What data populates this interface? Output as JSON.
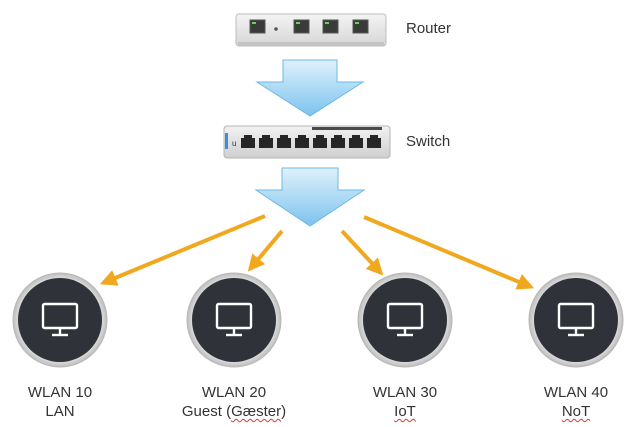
{
  "devices": {
    "router": {
      "label": "Router"
    },
    "switch": {
      "label": "Switch"
    }
  },
  "colors": {
    "flow_arrow": "#8ecdf2",
    "branch_arrow": "#f0a81e",
    "monitor_circle": "#2f3238",
    "monitor_ring": "#c9c9c9",
    "monitor_icon": "#ffffff"
  },
  "networks": [
    {
      "name": "WLAN 10",
      "desc": "LAN",
      "icon": "monitor-icon"
    },
    {
      "name": "WLAN 20",
      "desc_pre": "Guest (",
      "desc_marked": "Gæster",
      "desc_post": ")",
      "icon": "monitor-icon"
    },
    {
      "name": "WLAN 30",
      "desc": "IoT",
      "icon": "monitor-icon"
    },
    {
      "name": "WLAN 40",
      "desc": "NoT",
      "icon": "monitor-icon"
    }
  ]
}
